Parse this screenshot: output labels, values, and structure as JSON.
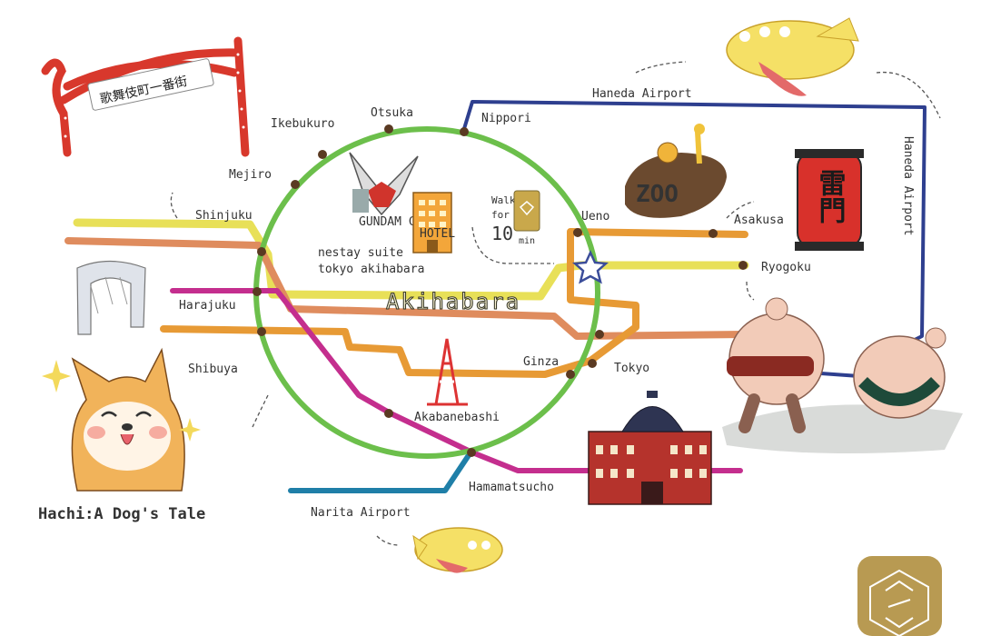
{
  "map": {
    "center_station": "Akihabara",
    "hotel": {
      "name_line1": "nestay suite",
      "name_line2": "tokyo akihabara",
      "sign": "HOTEL"
    },
    "walk": {
      "line1": "Walk",
      "line2": "for",
      "minutes": "10",
      "unit": "min"
    },
    "cafe_sign": "GUNDAM Cafe",
    "stations": {
      "otsuka": "Otsuka",
      "nippori": "Nippori",
      "ikebukuro": "Ikebukuro",
      "mejiro": "Mejiro",
      "shinjuku": "Shinjuku",
      "harajuku": "Harajuku",
      "shibuya": "Shibuya",
      "ueno": "Ueno",
      "asakusa": "Asakusa",
      "ryogoku": "Ryogoku",
      "ginza": "Ginza",
      "tokyo": "Tokyo",
      "akabanebashi": "Akabanebashi",
      "hamamatsucho": "Hamamatsucho"
    },
    "airports": {
      "haneda_top": "Haneda Airport",
      "haneda_side": "Haneda Airport",
      "narita": "Narita Airport"
    },
    "landmarks": {
      "kabukicho_sign": "歌舞伎町一番街",
      "kaminarimon_lantern": "雷門",
      "zoo": "ZOO",
      "movie_caption": "Hachi:A Dog's Tale"
    },
    "colors": {
      "yamanote": "#6cbf4b",
      "chuo": "#e0915a",
      "orange_line": "#e79a35",
      "yellow_line": "#e8e058",
      "magenta_line": "#c42e8e",
      "navy_line": "#2e3f8f",
      "teal_line": "#1f7fa8",
      "station_dot": "#5a3a22"
    }
  }
}
